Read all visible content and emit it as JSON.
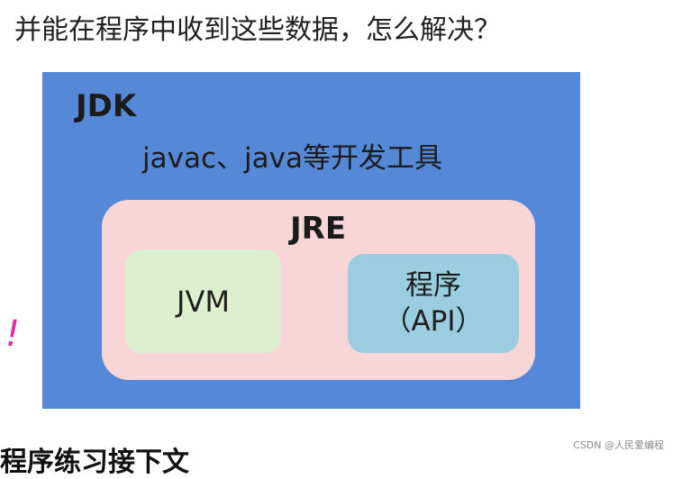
{
  "question": "并能在程序中收到这些数据，怎么解决？",
  "jdk": {
    "title": "JDK",
    "tools": "javac、java等开发工具"
  },
  "jre": {
    "title": "JRE",
    "jvm": "JVM",
    "program_line1": "程序",
    "program_line2": "（API）"
  },
  "exclaim": "!",
  "bottom_heading": "程序练习接下文",
  "watermark": "CSDN @人民爱编程",
  "colors": {
    "jdk": "#5588d6",
    "jre": "#f8d6d7",
    "jvm": "#dcf0cf",
    "program": "#99cddf",
    "exclaim": "#e02aa8"
  }
}
